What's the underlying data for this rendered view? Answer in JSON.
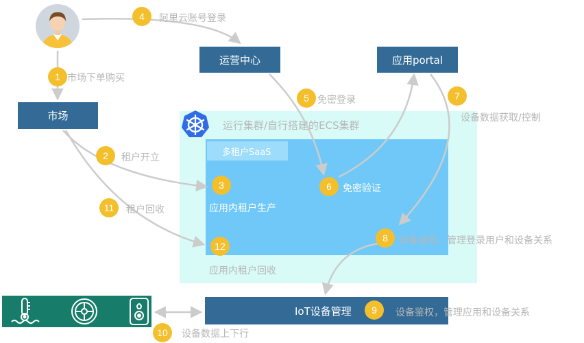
{
  "nodes": {
    "ops_center": "运营中心",
    "app_portal": "应用portal",
    "market": "市场",
    "iot_mgmt": "IoT设备管理"
  },
  "cluster": {
    "title": "运行集群/自行搭建的ECS集群",
    "saas": "多租户SaaS"
  },
  "steps": [
    {
      "num": "1",
      "label": "市场下单购买"
    },
    {
      "num": "2",
      "label": "租户开立"
    },
    {
      "num": "3",
      "label": "应用内租户生产"
    },
    {
      "num": "4",
      "label": "阿里云账号登录"
    },
    {
      "num": "5",
      "label": "免密登录"
    },
    {
      "num": "6",
      "label": "免密验证"
    },
    {
      "num": "7",
      "label": "设备数据获取/控制"
    },
    {
      "num": "8",
      "label": "设备鉴权，管理登录用户和设备关系"
    },
    {
      "num": "9",
      "label": "设备鉴权，管理应用和设备关系"
    },
    {
      "num": "10",
      "label": "设备数据上下行"
    },
    {
      "num": "11",
      "label": "租户回收"
    },
    {
      "num": "12",
      "label": "应用内租户回收"
    }
  ],
  "icons": {
    "user": "user-avatar-icon",
    "k8s": "kubernetes-helm-icon",
    "thermometer": "thermometer-water-icon",
    "wheel": "wheel-icon",
    "device": "smart-device-icon"
  }
}
